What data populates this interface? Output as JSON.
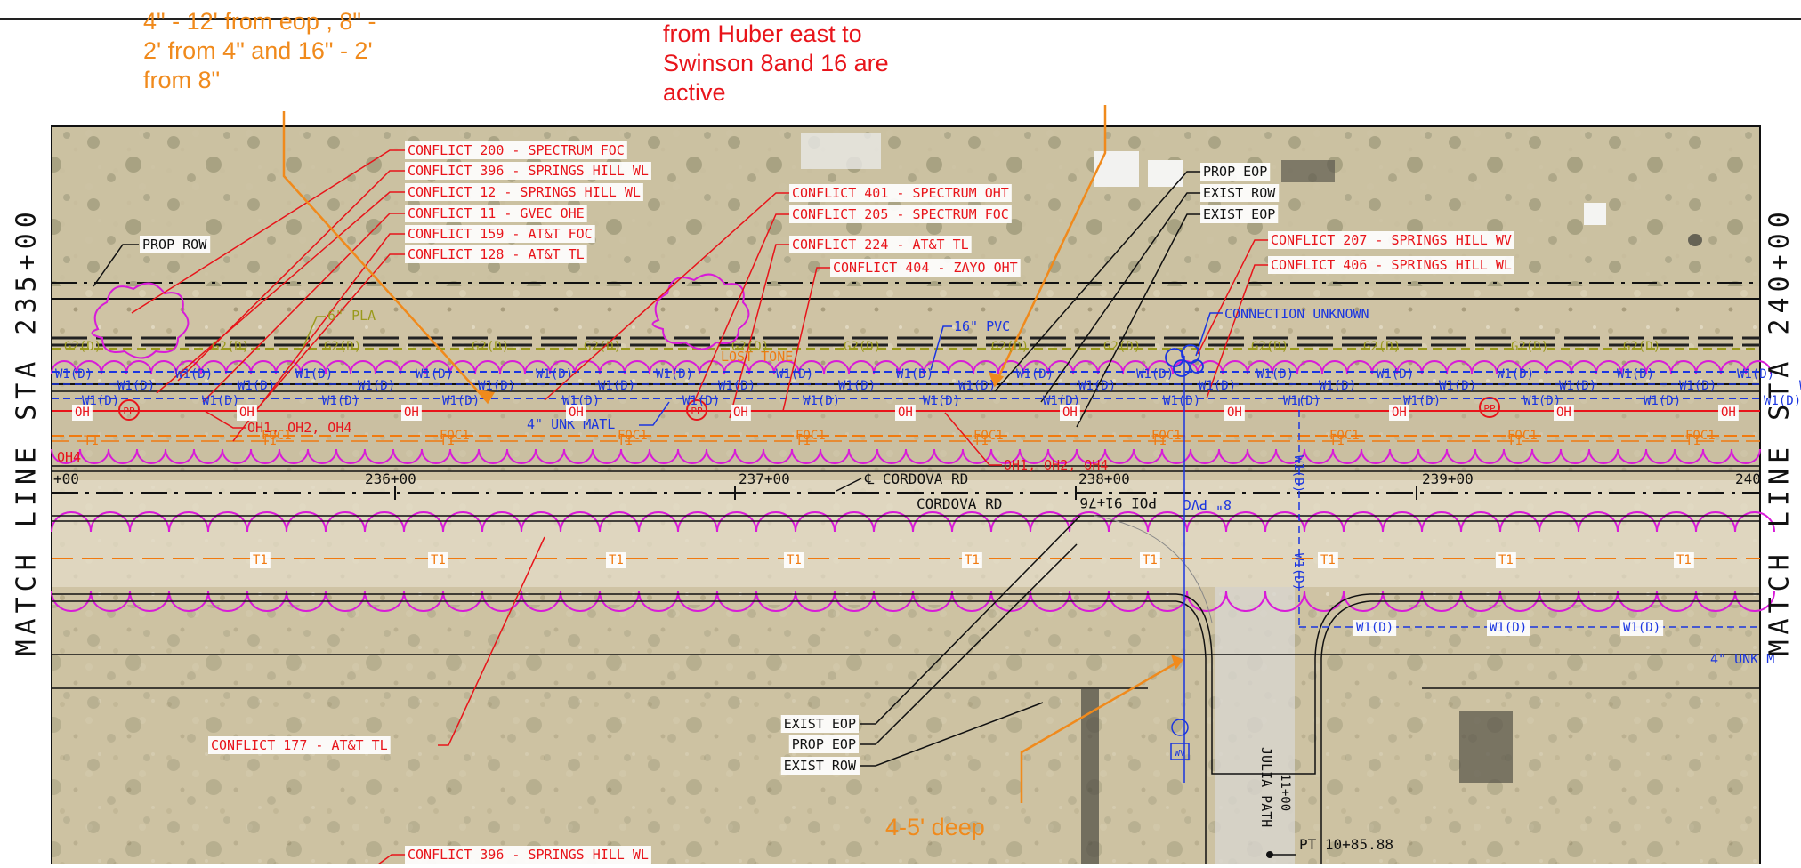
{
  "notes": {
    "top_left": [
      "4\" - 12' from eop , 8\" -",
      "2' from 4\" and 16\" - 2'",
      "from 8\""
    ],
    "top_center": [
      "from Huber east to",
      "Swinson 8and 16 are",
      "active"
    ],
    "depth": "4-5' deep"
  },
  "match_lines": {
    "left": "MATCH LINE STA 235+00",
    "right": "MATCH LINE STA 240+00"
  },
  "conflicts_left": [
    "CONFLICT 200 - SPECTRUM FOC",
    "CONFLICT 396 - SPRINGS HILL WL",
    "CONFLICT 12 - SPRINGS HILL WL",
    "CONFLICT 11 - GVEC OHE",
    "CONFLICT 159 - AT&T FOC",
    "CONFLICT 128 - AT&T TL"
  ],
  "conflicts_mid": [
    "CONFLICT 401 - SPECTRUM OHT",
    "CONFLICT 205 - SPECTRUM FOC",
    "CONFLICT 224 - AT&T TL",
    "CONFLICT 404 - ZAYO OHT"
  ],
  "conflicts_right": [
    "CONFLICT 207 - SPRINGS HILL WV",
    "CONFLICT 406 - SPRINGS HILL WL"
  ],
  "conflict_bottom_left": "CONFLICT 177 - AT&T TL",
  "conflict_bottom": "CONFLICT 396 - SPRINGS HILL WL",
  "labels": {
    "prop_row": "PROP ROW",
    "prop_eop_top": "PROP EOP",
    "exist_row_top": "EXIST ROW",
    "exist_eop_top": "EXIST EOP",
    "connection_unknown": "CONNECTION UNKNOWN",
    "pvc16": "16\" PVC",
    "pla6": "6\" PLA",
    "unk_matl": "4\" UNK MATL",
    "unk_m": "4\" UNK M",
    "oh_group_left": "OH1, OH2, OH4",
    "oh_group_mid": "OH1, OH2, OH4",
    "oh4": "OH4",
    "lost_tone": "LOST TONE",
    "centerline": "℄ CORDOVA RD",
    "road_name": "CORDOVA RD",
    "poi": "POI 91+76",
    "pvc8": "8\" PVC",
    "exist_eop_bottom": "EXIST EOP",
    "prop_eop_bottom": "PROP EOP",
    "exist_row_bottom": "EXIST ROW",
    "julia_path": "JULIA PATH",
    "julia_sta": "11+00",
    "pt": "PT 10+85.88",
    "wv": "WV"
  },
  "stations": [
    "+00",
    "236+00",
    "237+00",
    "238+00",
    "239+00",
    "240"
  ],
  "line_codes": {
    "water": "W1(D)",
    "gas": "G2(D)",
    "overhead": "OH",
    "telephone": "T1",
    "fiber": "FOC1",
    "pole": "PP"
  },
  "colors": {
    "annotation_red": "#e8141a",
    "annotation_orange": "#f08a1c",
    "water_blue": "#1a35e0",
    "gas_olive": "#9a9a1c",
    "cloud_magenta": "#d81bd8",
    "fiber_orange": "#f07a10"
  }
}
